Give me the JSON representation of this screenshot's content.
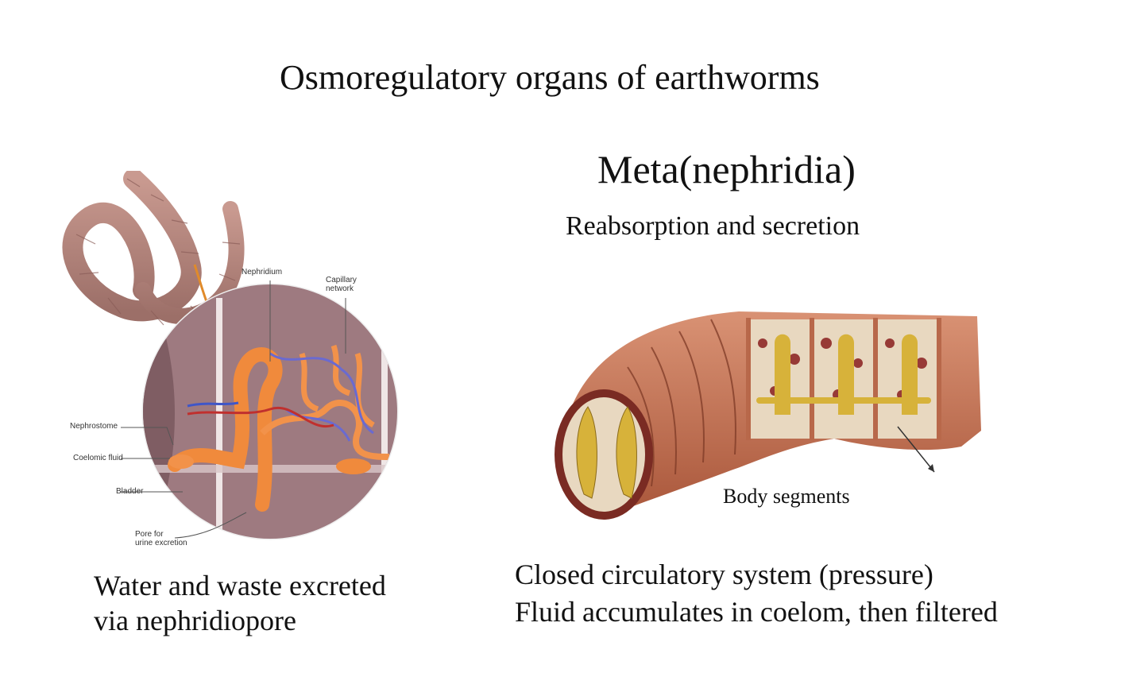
{
  "title": "Osmoregulatory organs of earthworms",
  "heading": "Meta(nephridia)",
  "subheading": "Reabsorption and secretion",
  "left_figure": {
    "labels": {
      "nephridium": "Nephridium",
      "capillary_network": [
        "Capillary",
        "network"
      ],
      "nephrostome": "Nephrostome",
      "coelomic_fluid": "Coelomic fluid",
      "bladder": "Bladder",
      "pore": [
        "Pore for",
        "urine excretion"
      ]
    },
    "caption": [
      "Water and waste excreted",
      "via nephridiopore"
    ]
  },
  "right_figure": {
    "label": "Body segments",
    "caption": [
      "Closed circulatory system (pressure)",
      "Fluid accumulates in coelom, then filtered"
    ]
  },
  "colors": {
    "worm_skin": "#b98a80",
    "tissue": "#a07e82",
    "nephridium": "#f08a3c",
    "capillary_blue": "#6a6ad0",
    "capillary_red": "#c0302e",
    "segment_wall": "#c8724e",
    "yellow_organ": "#d7b23a"
  }
}
